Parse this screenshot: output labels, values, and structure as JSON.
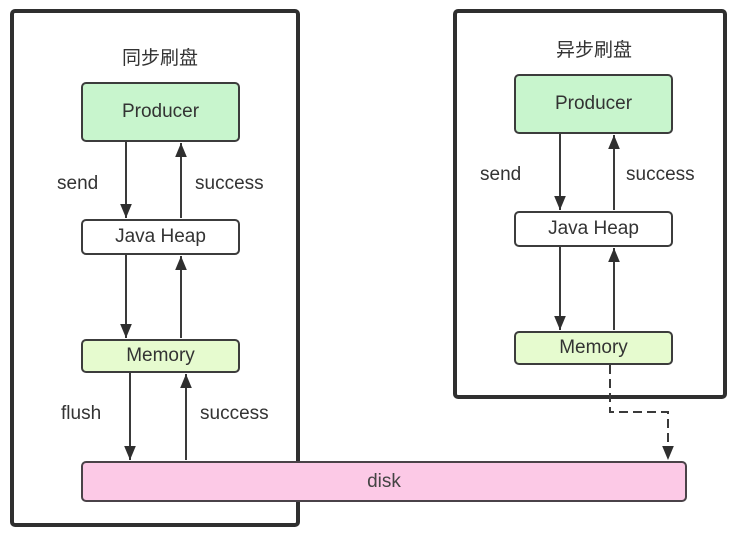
{
  "diagram": {
    "sync": {
      "title": "同步刷盘",
      "producer": "Producer",
      "heap": "Java Heap",
      "memory": "Memory",
      "send_label": "send",
      "success_top_label": "success",
      "flush_label": "flush",
      "success_bottom_label": "success"
    },
    "async": {
      "title": "异步刷盘",
      "producer": "Producer",
      "heap": "Java Heap",
      "memory": "Memory",
      "send_label": "send",
      "success_label": "success"
    },
    "disk": "disk",
    "colors": {
      "producer": "#c8f5cd",
      "memory": "#e6fbcf",
      "disk": "#fcc9e6",
      "border": "#2f2f2f"
    }
  }
}
